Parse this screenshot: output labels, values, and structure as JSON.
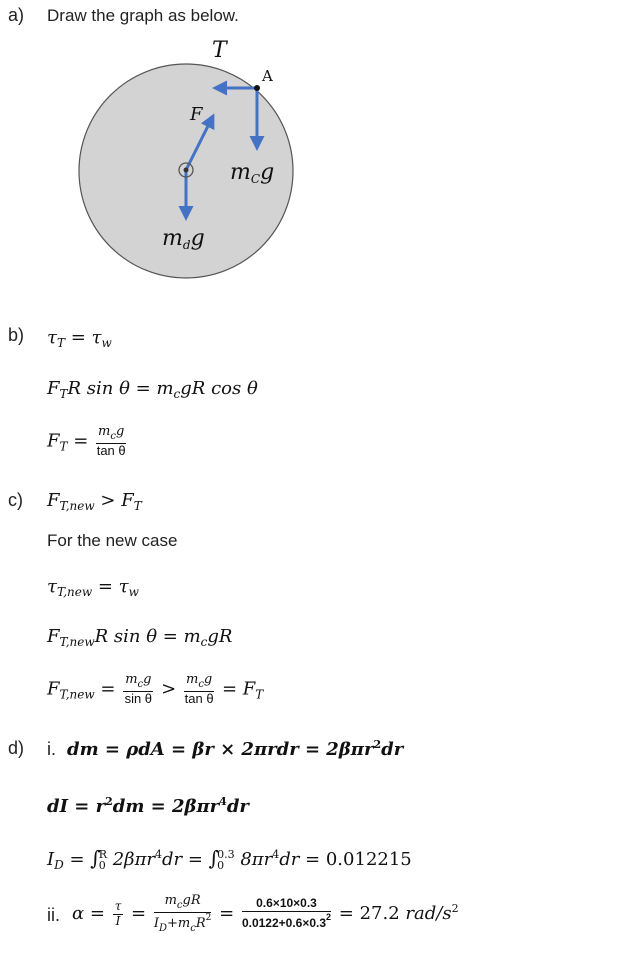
{
  "part_a": {
    "label": "a)",
    "instruction": "Draw the graph as below.",
    "diagram": {
      "label_T": "T",
      "label_A": "A",
      "label_F": "F",
      "label_mcg_m": "m",
      "label_mcg_sub": "C",
      "label_mcg_g": "g",
      "label_mdg_m": "m",
      "label_mdg_sub": "d",
      "label_mdg_g": "g",
      "disk_color": "#d3d3d3",
      "arrow_color": "#4472c4"
    }
  },
  "part_b": {
    "label": "b)",
    "eq1": {
      "lhs": "τ",
      "lhs_sub": "T",
      "rel": " = ",
      "rhs": "τ",
      "rhs_sub": "w"
    },
    "eq2": {
      "F": "F",
      "F_sub": "T",
      "rest1": "R sin θ = m",
      "m_sub": "c",
      "rest2": "gR cos θ"
    },
    "eq3": {
      "F": "F",
      "F_sub": "T",
      "rel": " = ",
      "num_m": "m",
      "num_sub": "c",
      "num_g": "g",
      "den": "tan θ"
    }
  },
  "part_c": {
    "label": "c)",
    "eq1": {
      "F": "F",
      "F_sub": "T,new",
      "rel": " > ",
      "F2": "F",
      "F2_sub": "T"
    },
    "text": "For the new case",
    "eq2": {
      "lhs": "τ",
      "lhs_sub": "T,new",
      "rel": " = ",
      "rhs": "τ",
      "rhs_sub": "w"
    },
    "eq3": {
      "F": "F",
      "F_sub": "T,new",
      "rest1": "R sin θ = m",
      "m_sub": "c",
      "rest2": "gR"
    },
    "eq4": {
      "F": "F",
      "F_sub": "T,new",
      "rel1": " = ",
      "n1_m": "m",
      "n1_sub": "c",
      "n1_g": "g",
      "d1": "sin θ",
      "rel2": " > ",
      "n2_m": "m",
      "n2_sub": "c",
      "n2_g": "g",
      "d2": "tan θ",
      "rel3": " = ",
      "F2": "F",
      "F2_sub": "T"
    }
  },
  "part_d": {
    "label": "d)",
    "i_label": "i.",
    "eq_i": "dm = ρdA = βr × 2πrdr = 2βπr",
    "eq_i_sup": "2",
    "eq_i_tail": "dr",
    "eq_dI_a": "dI = r",
    "eq_dI_sup": "2",
    "eq_dI_b": "dm = 2βπr",
    "eq_dI_sup2": "4",
    "eq_dI_c": "dr",
    "eq_ID": {
      "I": "I",
      "I_sub": "D",
      "rel": " = ",
      "int": "∫",
      "up1": "R",
      "lo1": "0",
      "body1": " 2βπr",
      "sup1": "4",
      "tail1": "dr = ",
      "up2": "0.3",
      "lo2": "0",
      "body2": " 8πr",
      "sup2": "4",
      "tail2": "dr = ",
      "result": "0.012215"
    },
    "ii_label": "ii.",
    "eq_ii": {
      "alpha": "α",
      "rel1": " = ",
      "f1_num": "τ",
      "f1_den": "I",
      "rel2": " = ",
      "f2_num_a": "m",
      "f2_num_sub": "c",
      "f2_num_b": "gR",
      "f2_den_a": "I",
      "f2_den_sub": "D",
      "f2_den_b": "+m",
      "f2_den_sub2": "c",
      "f2_den_c": "R",
      "f2_den_sup": "2",
      "rel3": " = ",
      "f3_num": "0.6×10×0.3",
      "f3_den": "0.0122+0.6×0.3",
      "f3_den_sup": "2",
      "rel4": " = ",
      "result": "27.2 ",
      "unit": "rad/s",
      "unit_sup": "2"
    }
  }
}
